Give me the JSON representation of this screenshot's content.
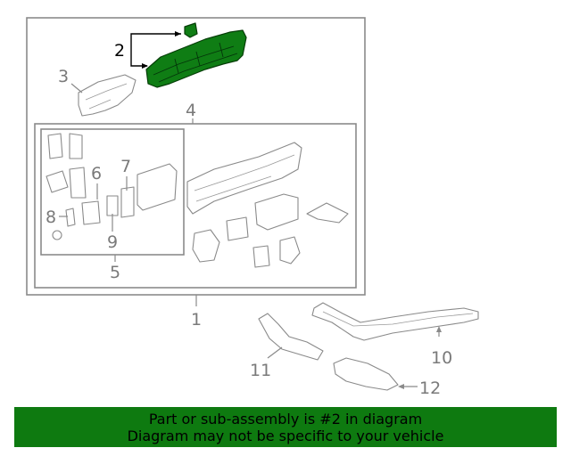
{
  "callouts": {
    "c1": "1",
    "c2": "2",
    "c3": "3",
    "c4": "4",
    "c5": "5",
    "c6": "6",
    "c7": "7",
    "c8": "8",
    "c9": "9",
    "c10": "10",
    "c11": "11",
    "c12": "12"
  },
  "highlighted_callout": "2",
  "banner": {
    "line1": "Part or sub-assembly is #2 in diagram",
    "line2": "Diagram may not be specific to your vehicle"
  },
  "colors": {
    "highlight": "#0f7d14",
    "banner": "#0e7a10",
    "line": "#8a8a8a"
  }
}
